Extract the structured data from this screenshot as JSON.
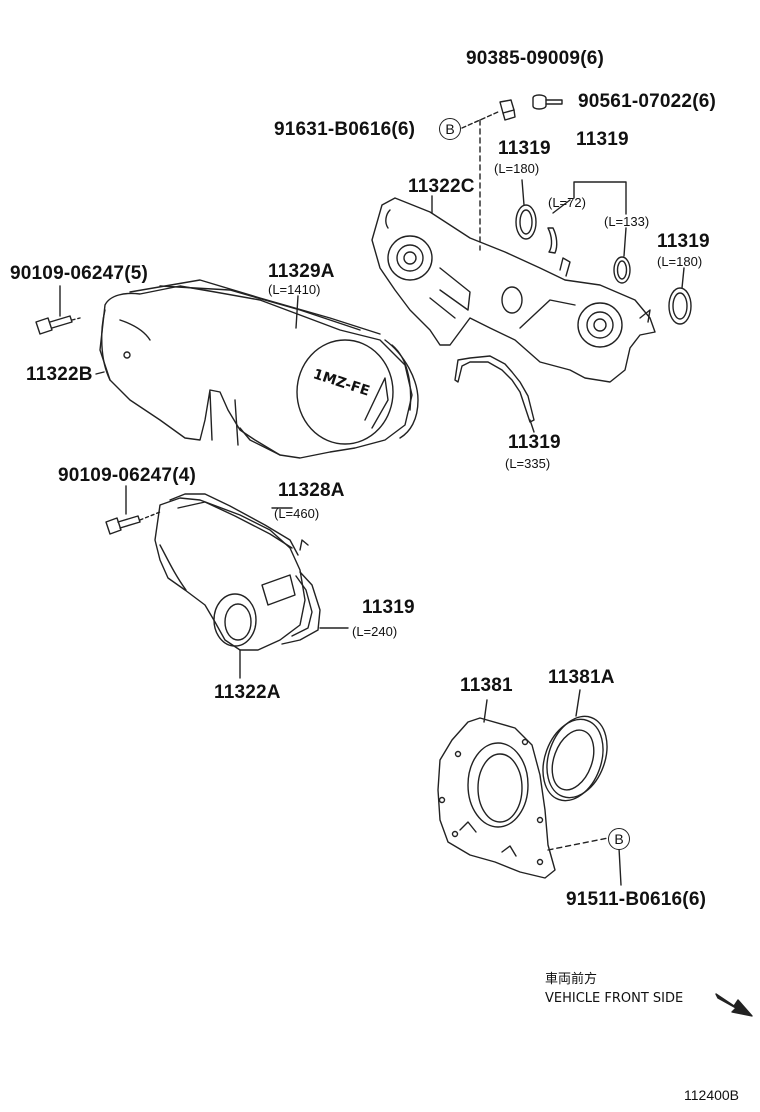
{
  "parts": {
    "p90385": "90385-09009(6)",
    "p90561": "90561-07022(6)",
    "p91631": "91631-B0616(6)",
    "p11319_a": "11319",
    "p11319_a_len": "(L=180)",
    "p11319_b": "11319",
    "p11319_b_len1": "(L=72)",
    "p11319_b_len2": "(L=133)",
    "p11322c": "11322C",
    "p11319_c": "11319",
    "p11319_c_len": "(L=180)",
    "p90109_5": "90109-06247(5)",
    "p11329a": "11329A",
    "p11329a_len": "(L=1410)",
    "p11322b": "11322B",
    "p11319_d": "11319",
    "p11319_d_len": "(L=335)",
    "p90109_4": "90109-06247(4)",
    "p11328a": "11328A",
    "p11328a_len": "(L=460)",
    "p11319_e": "11319",
    "p11319_e_len": "(L=240)",
    "p11322a": "11322A",
    "p11381": "11381",
    "p11381a": "11381A",
    "p91511": "91511-B0616(6)"
  },
  "callouts": {
    "b_top": "B",
    "b_bottom": "B"
  },
  "cover_marking": "1MZ-FE",
  "orientation": {
    "japanese": "車両前方",
    "english": "VEHICLE FRONT SIDE"
  },
  "figure_ref": "112400B"
}
